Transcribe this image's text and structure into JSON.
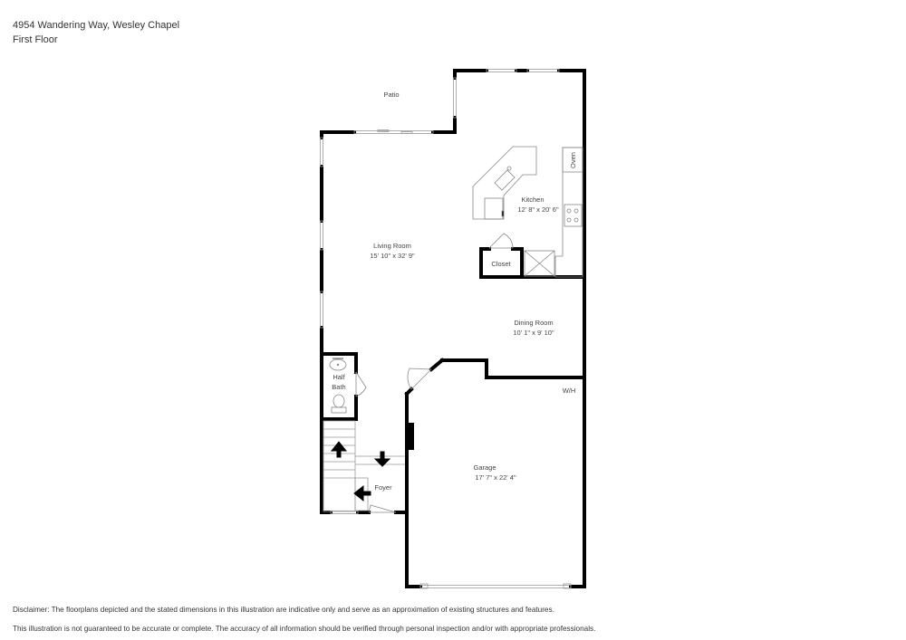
{
  "header": {
    "address": "4954 Wandering Way, Wesley Chapel",
    "floor": "First Floor"
  },
  "rooms": {
    "patio": {
      "label": "Patio"
    },
    "kitchen": {
      "label": "Kitchen",
      "dimensions": "12' 8\" x 20' 6\""
    },
    "living_room": {
      "label": "Living Room",
      "dimensions": "15' 10\" x 32' 9\""
    },
    "closet": {
      "label": "Closet"
    },
    "dining_room": {
      "label": "Dining Room",
      "dimensions": "10' 1\" x 9' 10\""
    },
    "half_bath": {
      "label_line1": "Half",
      "label_line2": "Bath"
    },
    "garage": {
      "label": "Garage",
      "dimensions": "17' 7\" x 22' 4\""
    },
    "foyer": {
      "label": "Foyer"
    },
    "water_heater": {
      "label": "W/H"
    },
    "oven": {
      "label": "Oven"
    }
  },
  "footer": {
    "disclaimer_line1": "Disclaimer: The floorplans depicted and the stated dimensions in this illustration are indicative only and serve as an approximation of existing structures and features.",
    "disclaimer_line2": "This illustration is not guaranteed to be accurate or complete. The accuracy of all information should be verified through personal inspection and/or with appropriate professionals."
  },
  "colors": {
    "wall": "#000000",
    "fixture": "#888888",
    "text": "#444444",
    "background": "#ffffff"
  }
}
